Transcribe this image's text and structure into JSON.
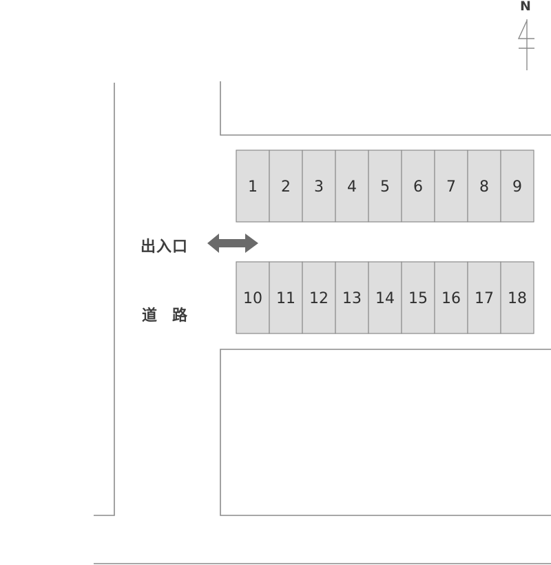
{
  "compass": {
    "label": "N"
  },
  "entrance": {
    "label": "出入口"
  },
  "road": {
    "label": "道　路"
  },
  "parking": {
    "rows": [
      {
        "spots": [
          "1",
          "2",
          "3",
          "4",
          "5",
          "6",
          "7",
          "8",
          "9"
        ]
      },
      {
        "spots": [
          "10",
          "11",
          "12",
          "13",
          "14",
          "15",
          "16",
          "17",
          "18"
        ]
      }
    ]
  },
  "colors": {
    "spot_fill": "#dedede",
    "spot_stroke": "#8a8a8a",
    "line": "#8a8a8a",
    "arrow": "#6a6a6a",
    "text": "#3d3d3d"
  }
}
